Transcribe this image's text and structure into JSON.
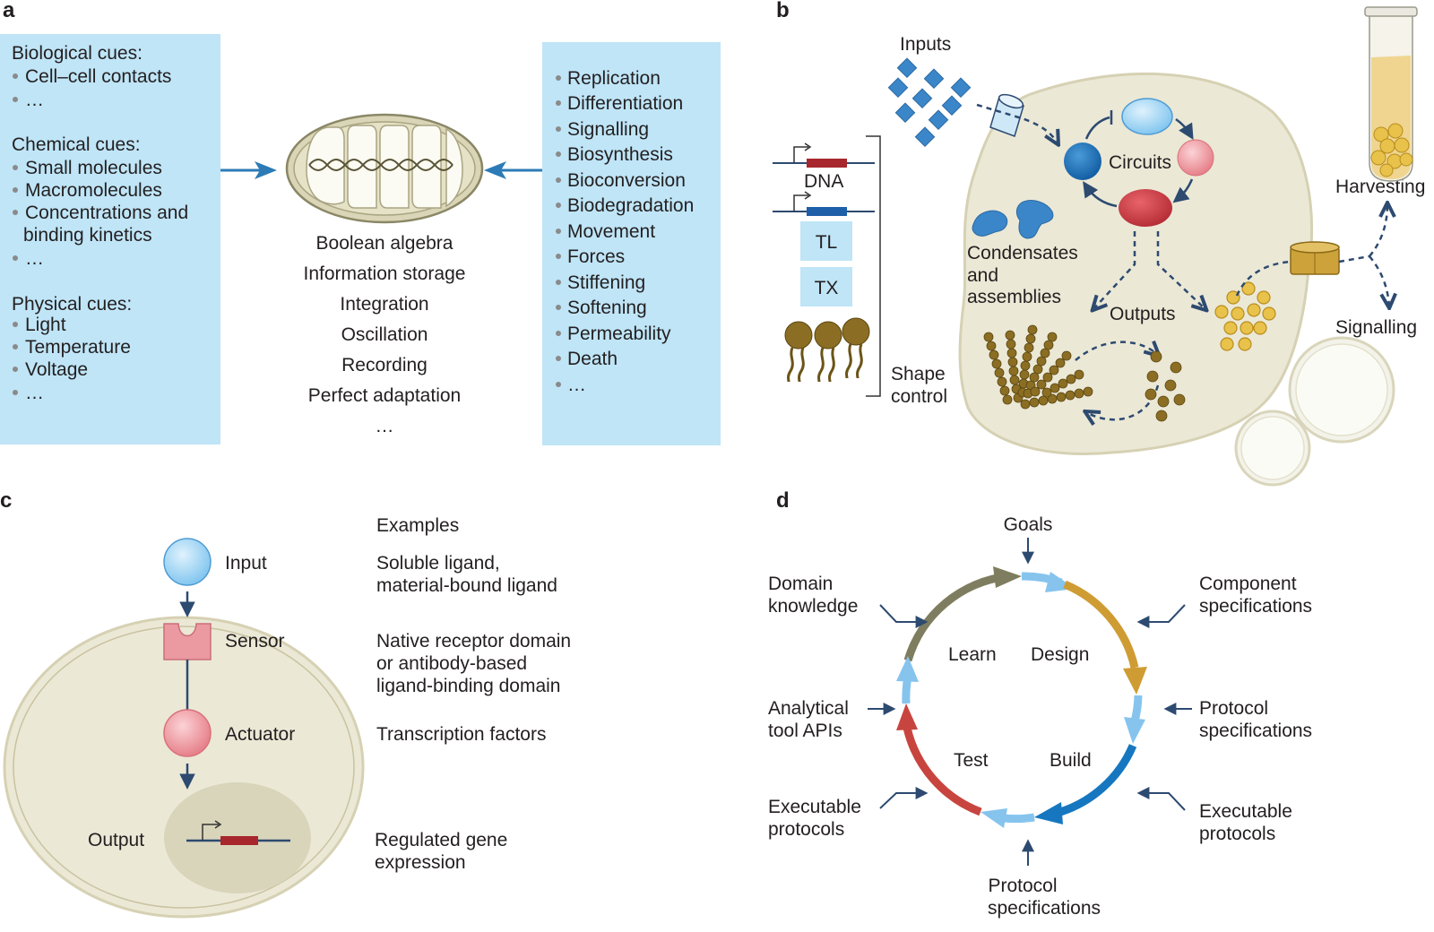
{
  "panel_labels": {
    "a": "a",
    "b": "b",
    "c": "c",
    "d": "d"
  },
  "panel_a": {
    "left_box": {
      "groups": [
        {
          "header": "Biological cues:",
          "items": [
            "Cell–cell contacts",
            "…"
          ]
        },
        {
          "header": "Chemical cues:",
          "items": [
            "Small molecules",
            "Macromolecules",
            "Concentrations and",
            "binding kinetics",
            "…"
          ]
        },
        {
          "header": "Physical cues:",
          "items": [
            "Light",
            "Temperature",
            "Voltage",
            "…"
          ]
        }
      ]
    },
    "center_functions": [
      "Boolean algebra",
      "Information storage",
      "Integration",
      "Oscillation",
      "Recording",
      "Perfect adaptation",
      "…"
    ],
    "right_box": {
      "items": [
        "Replication",
        "Differentiation",
        "Signalling",
        "Biosynthesis",
        "Bioconversion",
        "Biodegradation",
        "Movement",
        "Forces",
        "Stiffening",
        "Softening",
        "Permeability",
        "Death",
        "…"
      ]
    }
  },
  "panel_b": {
    "inputs": "Inputs",
    "circuits": "Circuits",
    "dna": "DNA",
    "tl": "TL",
    "tx": "TX",
    "shape_control": [
      "Shape",
      "control"
    ],
    "condensates": [
      "Condensates",
      "and",
      "assemblies"
    ],
    "outputs": "Outputs",
    "harvesting": "Harvesting",
    "signalling": "Signalling"
  },
  "panel_c": {
    "examples_header": "Examples",
    "rows": [
      {
        "name": "Input",
        "example": [
          "Soluble ligand,",
          "material-bound ligand"
        ]
      },
      {
        "name": "Sensor",
        "example": [
          "Native receptor domain",
          "or antibody-based",
          "ligand-binding domain"
        ]
      },
      {
        "name": "Actuator",
        "example": [
          "Transcription factors"
        ]
      },
      {
        "name": "Output",
        "example": [
          "Regulated gene",
          "expression"
        ]
      }
    ]
  },
  "panel_d": {
    "goals": "Goals",
    "stages": {
      "learn": "Learn",
      "design": "Design",
      "test": "Test",
      "build": "Build"
    },
    "inputs": {
      "domain_knowledge": [
        "Domain",
        "knowledge"
      ],
      "component_specifications": [
        "Component",
        "specifications"
      ],
      "analytical_tool_apis": [
        "Analytical",
        "tool APIs"
      ],
      "protocol_specifications_right": [
        "Protocol",
        "specifications"
      ],
      "executable_protocols_left": [
        "Executable",
        "protocols"
      ],
      "executable_protocols_right": [
        "Executable",
        "protocols"
      ],
      "protocol_specifications_bottom": [
        "Protocol",
        "specifications"
      ]
    }
  },
  "colors": {
    "cue_box": "#bfe5f7",
    "cell": "#ebe8d6",
    "cell_stroke": "#d6d1b3",
    "arrow_blue": "#2c7bb6",
    "navy": "#2d4a70",
    "light_blue": "#8ccaf0",
    "dark_blue": "#1a6fb6",
    "pink": "#ec8f97",
    "red": "#cc3c44",
    "olive": "#7d7d5e",
    "gold": "#cda23a",
    "brown": "#7a5d18",
    "cycle_red": "#c8453f",
    "cycle_blue": "#1677c0",
    "cycle_gold": "#cf9c33",
    "cycle_olive": "#7e7d5f",
    "cycle_light": "#86c4ee"
  },
  "icons": [
    "mitochondrion-icon",
    "dna-helix-icon",
    "membrane-channel-icon",
    "test-tube-icon",
    "lipid-icon",
    "receptor-icon",
    "promoter-arrow-icon"
  ]
}
